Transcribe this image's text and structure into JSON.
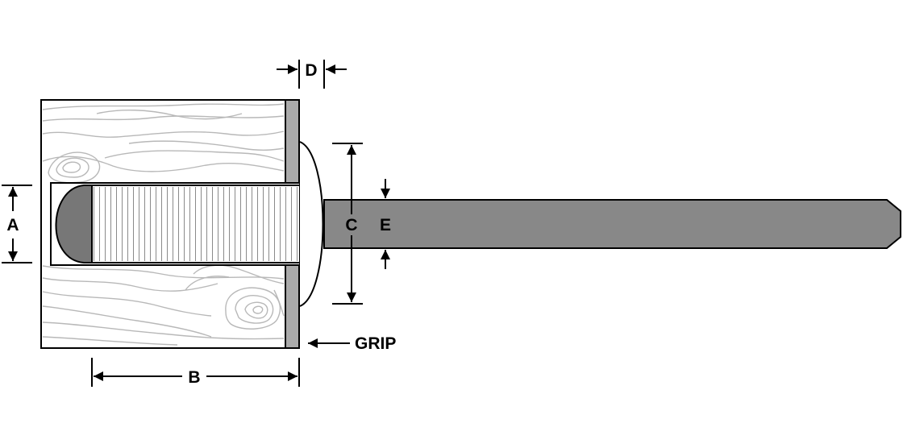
{
  "labels": {
    "a": "A",
    "b": "B",
    "c": "C",
    "d": "D",
    "e": "E",
    "grip": "GRIP"
  },
  "colors": {
    "outline": "#000000",
    "wood_grain": "#b8b8b8",
    "washer": "#aaaaaa",
    "mandrel": "#888888",
    "mandrel_head": "#777777",
    "background": "#ffffff"
  },
  "icons": {
    "arrowhead": "filled-triangle"
  }
}
